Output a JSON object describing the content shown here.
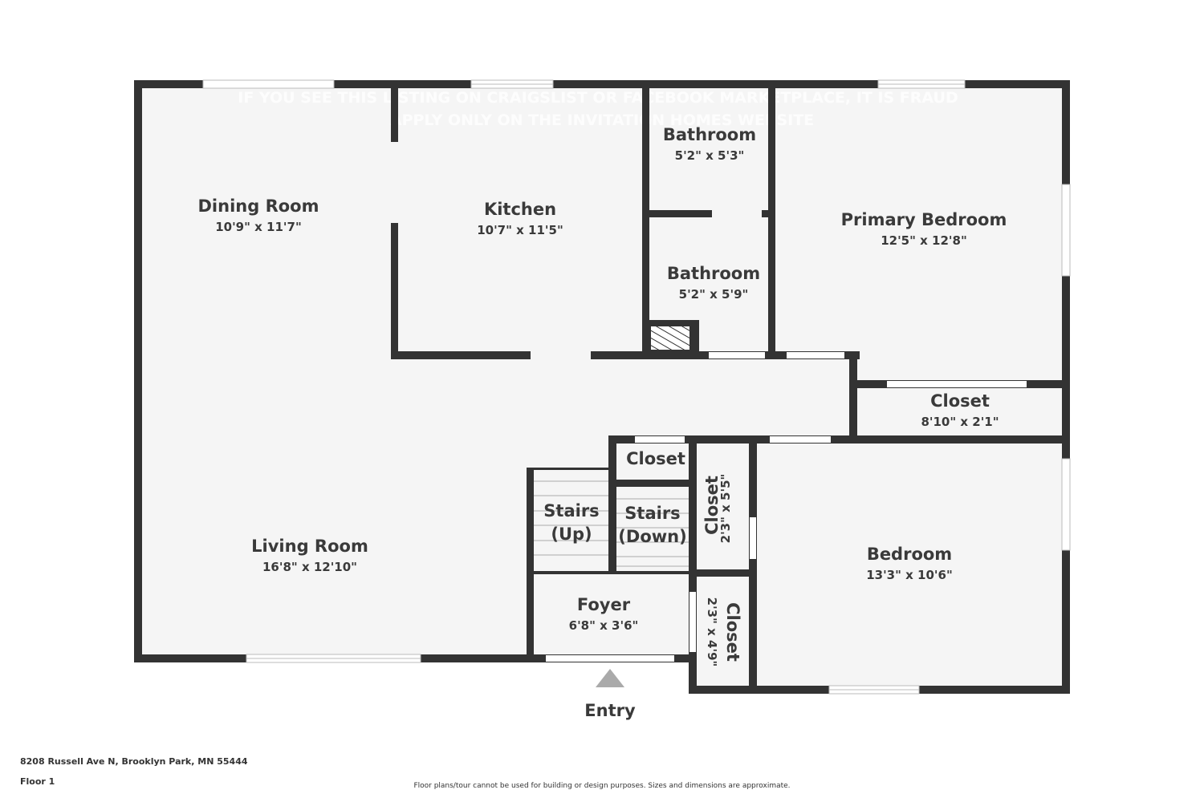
{
  "watermark": {
    "line1": "IF YOU SEE THIS LISTING ON CRAIGSLIST OR FACEBOOK MARKETPLACE, IT IS FRAUD",
    "line2": "APPLY ONLY ON THE INVITATION HOMES WEBSITE"
  },
  "rooms": {
    "dining_room": {
      "name": "Dining Room",
      "dim": "10'9\" x 11'7\""
    },
    "kitchen": {
      "name": "Kitchen",
      "dim": "10'7\" x 11'5\""
    },
    "bathroom_1": {
      "name": "Bathroom",
      "dim": "5'2\" x 5'3\""
    },
    "bathroom_2": {
      "name": "Bathroom",
      "dim": "5'2\" x 5'9\""
    },
    "primary_bedroom": {
      "name": "Primary Bedroom",
      "dim": "12'5\" x 12'8\""
    },
    "closet_primary": {
      "name": "Closet",
      "dim": "8'10\" x 2'1\""
    },
    "closet_hall": {
      "name": "Closet"
    },
    "stairs_up": {
      "line1": "Stairs",
      "line2": "(Up)"
    },
    "stairs_down": {
      "line1": "Stairs",
      "line2": "(Down)"
    },
    "closet_upper": {
      "name": "Closet",
      "dim": "2'3\" x 5'5\""
    },
    "closet_lower": {
      "name": "Closet",
      "dim": "2'3\" x 4'9\""
    },
    "bedroom": {
      "name": "Bedroom",
      "dim": "13'3\" x 10'6\""
    },
    "living_room": {
      "name": "Living Room",
      "dim": "16'8\" x 12'10\""
    },
    "foyer": {
      "name": "Foyer",
      "dim": "6'8\" x 3'6\""
    }
  },
  "entry": {
    "label": "Entry"
  },
  "footer": {
    "address": "8208 Russell Ave N, Brooklyn Park, MN 55444",
    "floor": "Floor 1",
    "disclaimer": "Floor plans/tour cannot be used for building or design purposes. Sizes and dimensions are approximate."
  },
  "colors": {
    "wall": "#333333",
    "floor": "#f5f5f5",
    "text": "#3a3a3a"
  }
}
